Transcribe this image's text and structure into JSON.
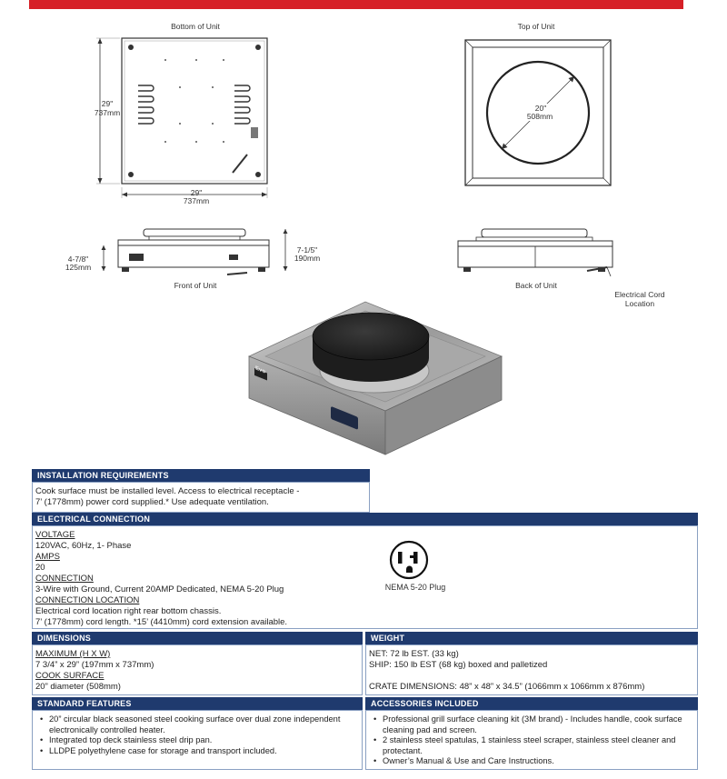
{
  "drawings": {
    "bottom_title": "Bottom of Unit",
    "top_title": "Top of Unit",
    "bottom_height_in": "29\"",
    "bottom_height_mm": "737mm",
    "bottom_width_in": "29\"",
    "bottom_width_mm": "737mm",
    "top_dia_in": "20\"",
    "top_dia_mm": "508mm",
    "front_title": "Front of Unit",
    "back_title": "Back of Unit",
    "front_left_in": "4-7/8\"",
    "front_left_mm": "125mm",
    "front_right_in": "7-1/5\"",
    "front_right_mm": "190mm",
    "cord_label_1": "Electrical Cord",
    "cord_label_2": "Location",
    "brand_mark": "Evo"
  },
  "installation": {
    "header": "INSTALLATION REQUIREMENTS",
    "line1": "Cook surface must be installed level. Access to electrical receptacle -",
    "line2": "7’ (1778mm) power cord supplied.* Use adequate ventilation."
  },
  "electrical": {
    "header": "ELECTRICAL CONNECTION",
    "voltage_label": "VOLTAGE",
    "voltage_value": "120VAC, 60Hz, 1- Phase",
    "amps_label": "AMPS",
    "amps_value": "20",
    "connection_label": "CONNECTION",
    "connection_value": "3-Wire with Ground, Current 20AMP Dedicated, NEMA 5-20 Plug",
    "location_label": "CONNECTION LOCATION",
    "location_value1": "Electrical cord location right rear bottom chassis.",
    "location_value2": "7’ (1778mm) cord length. *15’ (4410mm) cord extension available.",
    "plug_caption": "NEMA 5-20 Plug"
  },
  "dimensions": {
    "header": "DIMENSIONS",
    "max_label": "MAXIMUM (H X W)",
    "max_value": "7 3/4” x 29” (197mm x 737mm)",
    "cook_label": "COOK SURFACE",
    "cook_value": "20” diameter (508mm)"
  },
  "weight": {
    "header": "WEIGHT",
    "net": "NET: 72 lb EST. (33 kg)",
    "ship": "SHIP: 150 lb EST (68 kg) boxed and palletized",
    "crate": "CRATE DIMENSIONS: 48” x 48” x 34.5” (1066mm x 1066mm x 876mm)"
  },
  "features": {
    "header": "STANDARD FEATURES",
    "items": [
      "20” circular black seasoned steel cooking surface over dual zone independent electronically controlled heater.",
      "Integrated top deck stainless steel drip pan.",
      "LLDPE polyethylene case for storage and transport included."
    ]
  },
  "accessories": {
    "header": "ACCESSORIES INCLUDED",
    "items": [
      "Professional grill surface cleaning kit (3M brand) - Includes handle, cook surface cleaning pad and screen.",
      "2 stainless steel spatulas, 1 stainless steel scraper, stainless steel cleaner and protectant.",
      "Owner’s Manual & Use and Care Instructions."
    ]
  },
  "colors": {
    "accent_red": "#d62027",
    "header_navy": "#1f3a6e",
    "border": "#8aa0c2"
  }
}
